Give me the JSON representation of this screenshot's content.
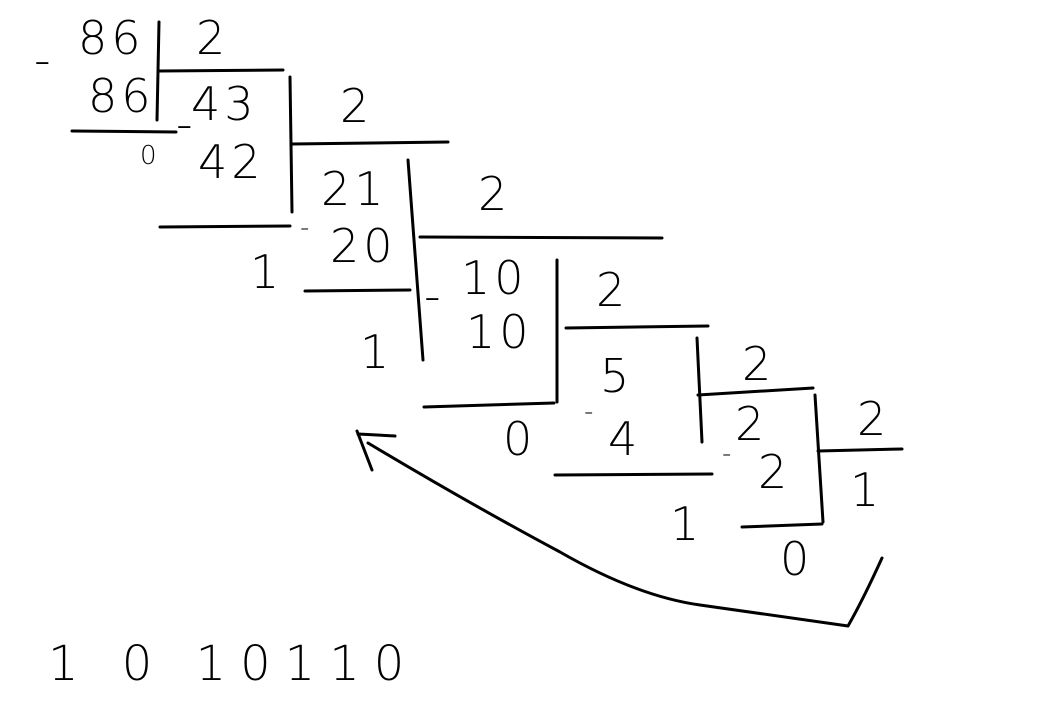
{
  "steps": [
    {
      "dividend": "86",
      "divisor": "2",
      "subtract": "86",
      "quotient": "43",
      "remainder": "0"
    },
    {
      "dividend": "43",
      "divisor": "2",
      "subtract": "42",
      "quotient": "21",
      "remainder": "1"
    },
    {
      "dividend": "21",
      "divisor": "2",
      "subtract": "20",
      "quotient": "10",
      "remainder": "1"
    },
    {
      "dividend": "10",
      "divisor": "2",
      "subtract": "10",
      "quotient": "5",
      "remainder": "0"
    },
    {
      "dividend": "5",
      "divisor": "2",
      "subtract": "4",
      "quotient": "2",
      "remainder": "1"
    },
    {
      "dividend": "2",
      "divisor": "2",
      "subtract": "2",
      "quotient": "1",
      "remainder": "0"
    }
  ],
  "minus_sign": "-",
  "result": "1 0 10110"
}
